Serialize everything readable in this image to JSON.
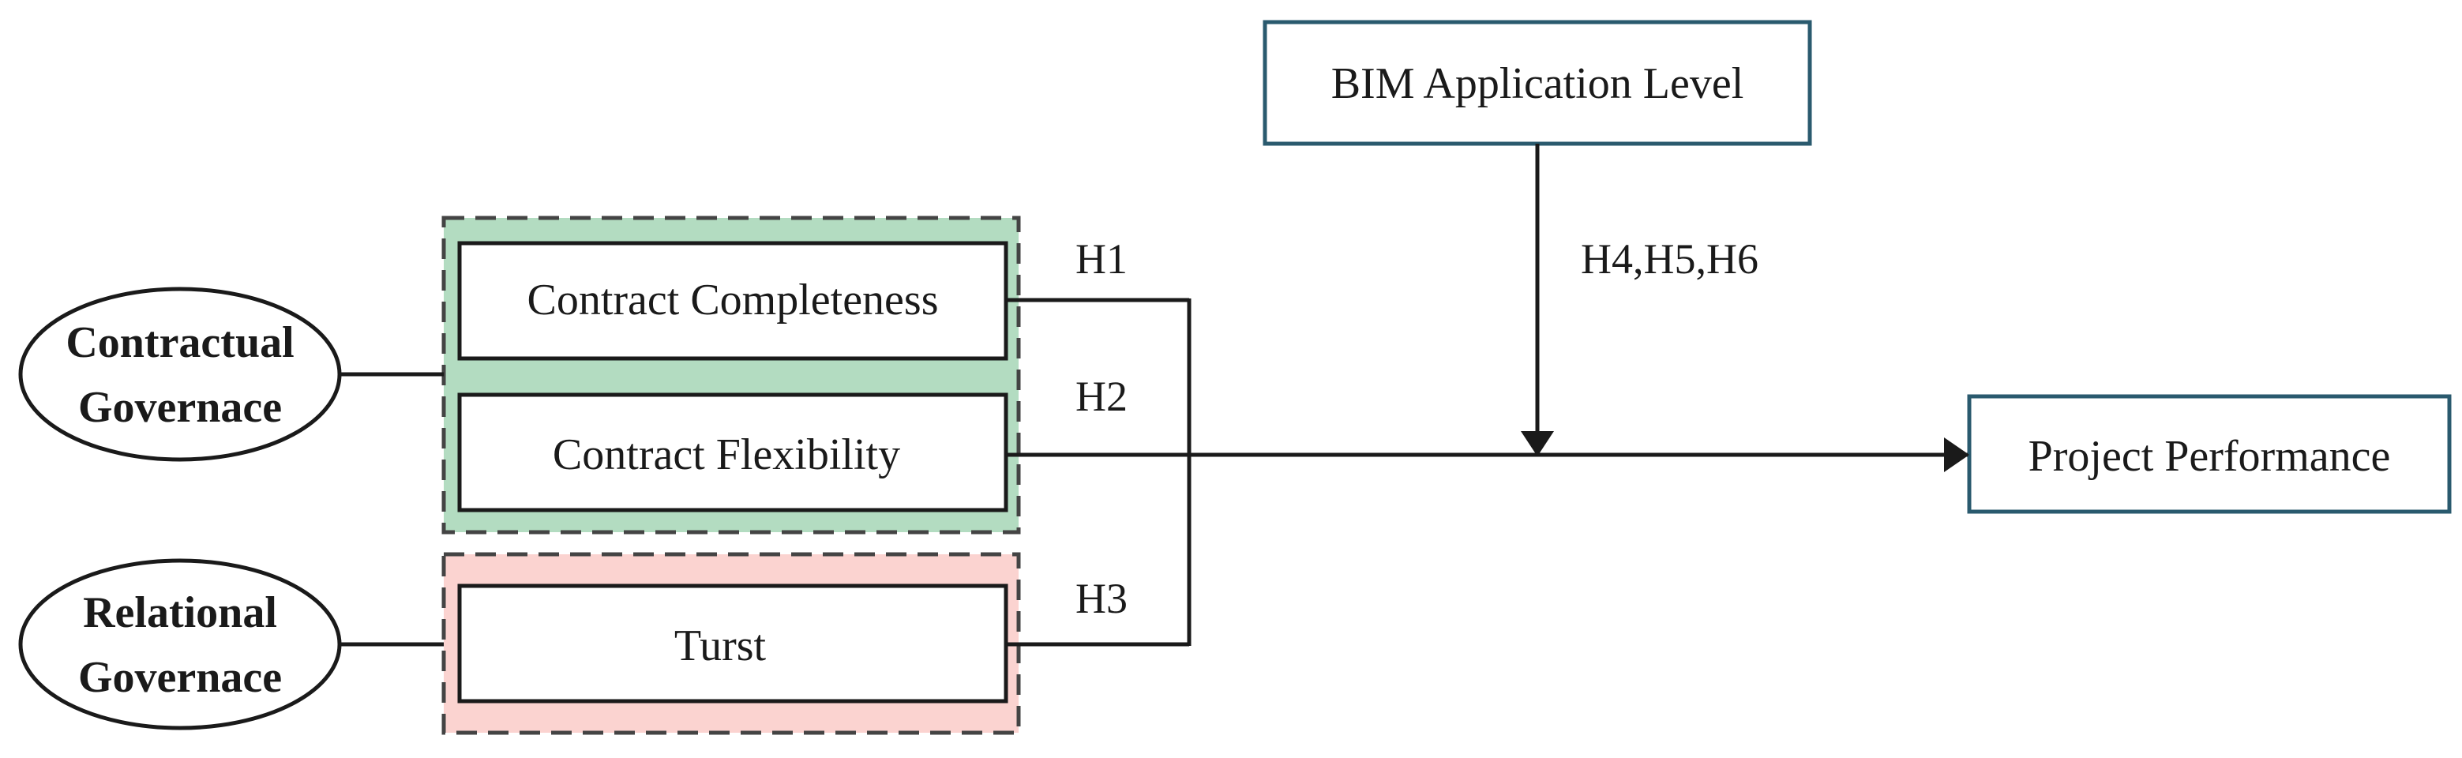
{
  "constructs": {
    "contractual_governance": {
      "line1": "Contractual",
      "line2": "Governace"
    },
    "relational_governance": {
      "line1": "Relational",
      "line2": "Governace"
    }
  },
  "dimensions": {
    "contract_completeness": "Contract Completeness",
    "contract_flexibility": "Contract Flexibility",
    "trust": "Turst"
  },
  "moderator": "BIM Application Level",
  "outcome": "Project Performance",
  "hypotheses": {
    "h1": "H1",
    "h2": "H2",
    "h3": "H3",
    "h456": "H4,H5,H6"
  },
  "colors": {
    "contractual_group_fill": "#b3dcc1",
    "relational_group_fill": "#fbd3d0",
    "box_border_teal": "#2a5a6e",
    "stroke": "#1a1a1a",
    "dashed_border": "#444444"
  }
}
